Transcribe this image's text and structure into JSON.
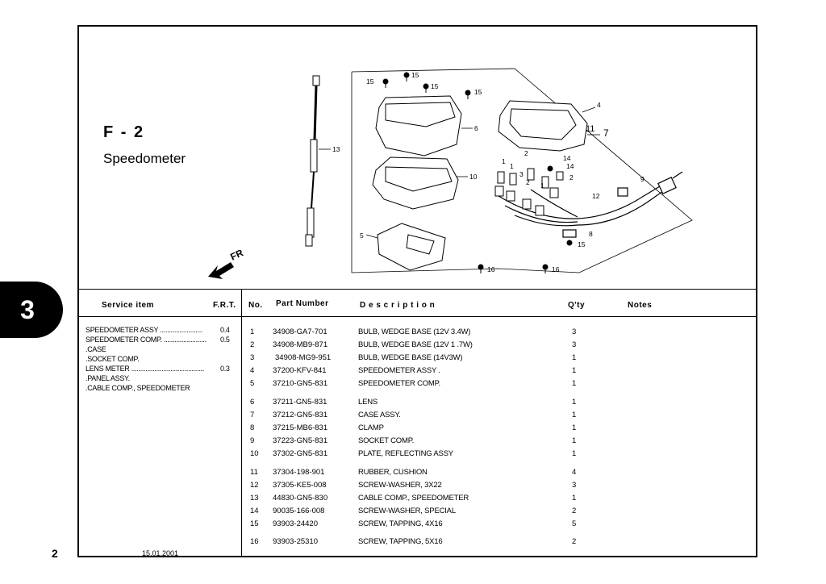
{
  "figure": {
    "code": "F - 2",
    "title": "Speedometer"
  },
  "section_tab": "3",
  "page_number": "2",
  "direction_label": "FR",
  "header": {
    "service_item": "Service item",
    "frt": "F.R.T.",
    "no": "No.",
    "part_number": "Part Number",
    "description": "D e s c r i p t i o n",
    "qty": "Q'ty",
    "notes": "Notes"
  },
  "service_items": [
    {
      "name": "SPEEDOMETER ASSY",
      "dots": "........................",
      "frt": "0.4"
    },
    {
      "name": "SPEEDOMETER COMP.",
      "dots": "........................",
      "frt": "0.5"
    },
    {
      "name": ".CASE",
      "dots": "",
      "frt": ""
    },
    {
      "name": ".SOCKET COMP.",
      "dots": "",
      "frt": ""
    },
    {
      "name": "LENS METER",
      "dots": ".........................................",
      "frt": "0.3"
    },
    {
      "name": ".PANEL ASSY.",
      "dots": "",
      "frt": ""
    },
    {
      "name": ".CABLE COMP., SPEEDOMETER",
      "dots": "",
      "frt": ""
    }
  ],
  "date": "15.01.2001",
  "parts": [
    {
      "no": "1",
      "part_number": "34908-GA7-701",
      "description": "BULB, WEDGE BASE (12V 3.4W)",
      "qty": "3"
    },
    {
      "no": "2",
      "part_number": "34908-MB9-871",
      "description": "BULB, WEDGE BASE (12V 1 .7W)",
      "qty": "3"
    },
    {
      "no": "3",
      "part_number": "34908-MG9-951",
      "description": "BULB, WEDGE BASE (14V3W)",
      "qty": "1"
    },
    {
      "no": "4",
      "part_number": "37200-KFV-841",
      "description": "SPEEDOMETER ASSY .",
      "qty": "1"
    },
    {
      "no": "5",
      "part_number": "37210-GN5-831",
      "description": "SPEEDOMETER COMP.",
      "qty": "1"
    },
    {
      "no": "6",
      "part_number": "37211-GN5-831",
      "description": "LENS",
      "qty": "1"
    },
    {
      "no": "7",
      "part_number": "37212-GN5-831",
      "description": "CASE ASSY.",
      "qty": "1"
    },
    {
      "no": "8",
      "part_number": "37215-MB6-831",
      "description": "CLAMP",
      "qty": "1"
    },
    {
      "no": "9",
      "part_number": "37223-GN5-831",
      "description": "SOCKET COMP.",
      "qty": "1"
    },
    {
      "no": "10",
      "part_number": "37302-GN5-831",
      "description": "PLATE, REFLECTING ASSY",
      "qty": "1"
    },
    {
      "no": "11",
      "part_number": "37304-198-901",
      "description": "RUBBER, CUSHION",
      "qty": "4"
    },
    {
      "no": "12",
      "part_number": "37305-KE5-008",
      "description": "SCREW-WASHER, 3X22",
      "qty": "3"
    },
    {
      "no": "13",
      "part_number": "44830-GN5-830",
      "description": "CABLE COMP., SPEEDOMETER",
      "qty": "1"
    },
    {
      "no": "14",
      "part_number": "90035-166-008",
      "description": "SCREW-WASHER, SPECIAL",
      "qty": "2"
    },
    {
      "no": "15",
      "part_number": "93903-24420",
      "description": "SCREW, TAPPING, 4X16",
      "qty": "5"
    },
    {
      "no": "16",
      "part_number": "93903-25310",
      "description": "SCREW, TAPPING, 5X16",
      "qty": "2"
    }
  ],
  "callouts": [
    "1",
    "2",
    "3",
    "4",
    "5",
    "6",
    "7",
    "8",
    "9",
    "10",
    "11",
    "12",
    "13",
    "14",
    "15",
    "16"
  ]
}
